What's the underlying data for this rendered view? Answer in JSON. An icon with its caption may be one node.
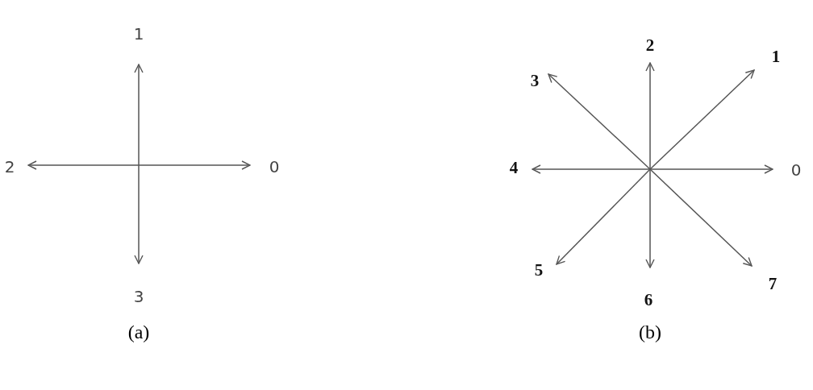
{
  "diagram": {
    "labels": [
      "1",
      "2",
      "0",
      "3",
      "(a)",
      "3",
      "2",
      "1",
      "4",
      "0",
      "5",
      "6",
      "7",
      "(b)"
    ]
  }
}
